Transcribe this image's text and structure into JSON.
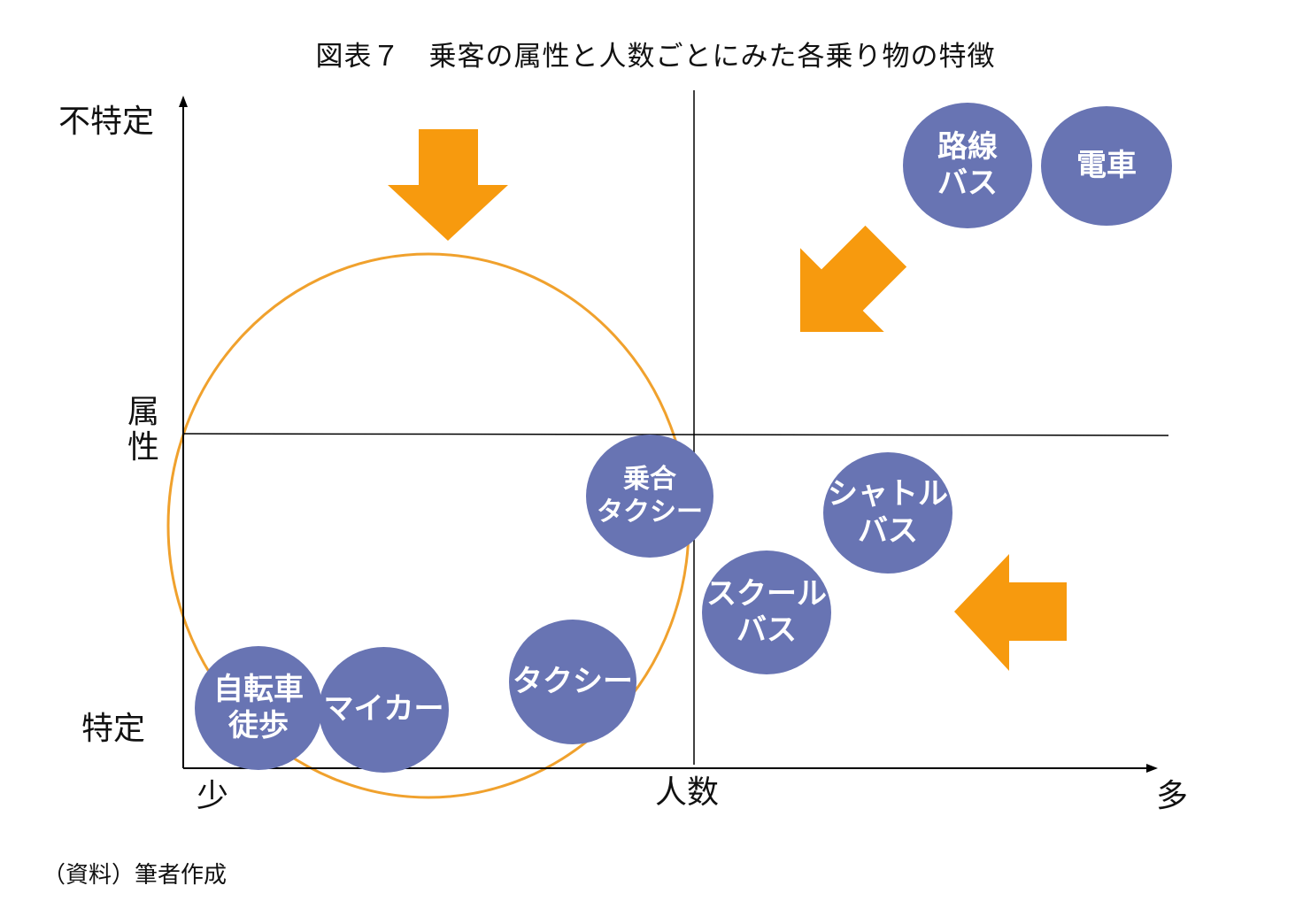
{
  "title": "図表７　乗客の属性と人数ごとにみた各乗り物の特徴",
  "y_axis": {
    "top": "不特定",
    "middle": "属\n性",
    "bottom": "特定"
  },
  "x_axis": {
    "left": "少",
    "middle": "人数",
    "right": "多"
  },
  "source": "（資料）筆者作成",
  "colors": {
    "bubble": "#6874b3",
    "arrow": "#f79a0e",
    "circle": "#f0a12d",
    "axis": "#000000"
  },
  "bubbles": [
    {
      "id": "rosen-bus",
      "label": "路線\nバス"
    },
    {
      "id": "densha",
      "label": "電車"
    },
    {
      "id": "noriai-taxi",
      "label": "乗合\nタクシー"
    },
    {
      "id": "shuttle-bus",
      "label": "シャトル\nバス"
    },
    {
      "id": "school-bus",
      "label": "スクール\nバス"
    },
    {
      "id": "taxi",
      "label": "タクシー"
    },
    {
      "id": "jitensha-toho",
      "label": "自転車\n徒歩"
    },
    {
      "id": "my-car",
      "label": "マイカー"
    }
  ],
  "arrows": [
    {
      "id": "arrow-down",
      "direction": "down"
    },
    {
      "id": "arrow-down-left",
      "direction": "down-left"
    },
    {
      "id": "arrow-left",
      "direction": "left"
    }
  ]
}
